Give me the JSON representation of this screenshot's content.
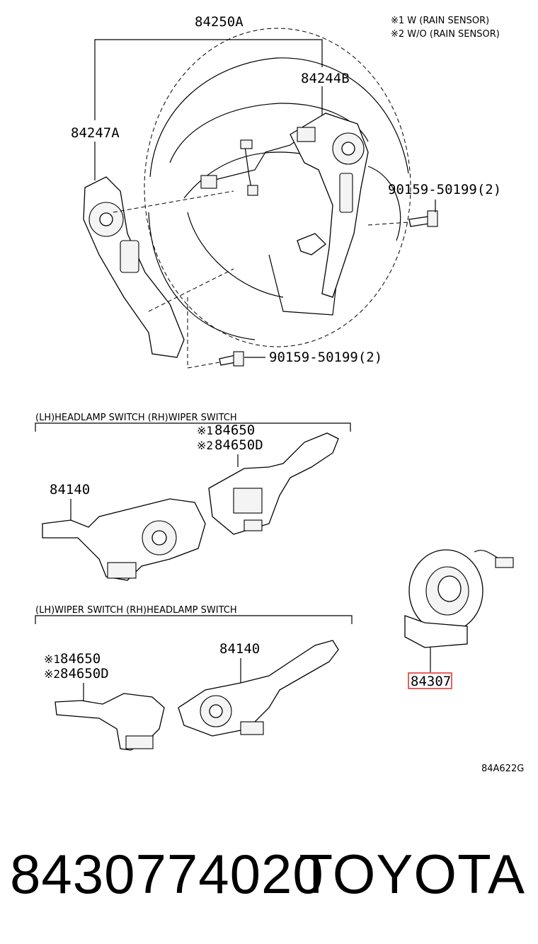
{
  "notes": {
    "note1": "※1 W (RAIN SENSOR)",
    "note2": "※2 W/O (RAIN SENSOR)"
  },
  "labels": {
    "steering_wheel": "84250A",
    "switch_right": "84244B",
    "switch_left": "84247A",
    "screw_top": "90159-50199(2)",
    "screw_bottom": "90159-50199(2)",
    "section1_title": "(LH)HEADLAMP SWITCH  (RH)WIPER SWITCH",
    "s1_wiper_a_mark": "※1",
    "s1_wiper_a": "84650",
    "s1_wiper_b_mark": "※2",
    "s1_wiper_b": "84650D",
    "s1_headlamp": "84140",
    "section2_title": "(LH)WIPER SWITCH  (RH)HEADLAMP SWITCH",
    "s2_wiper_a_mark": "※1",
    "s2_wiper_a": "84650",
    "s2_wiper_b_mark": "※2",
    "s2_wiper_b": "84650D",
    "s2_headlamp": "84140",
    "spiral_cable": "84307",
    "diagram_code": "84A622G"
  },
  "colors": {
    "highlight": "#e53935"
  },
  "footer": {
    "part_number": "8430774020",
    "brand": "TOYOTA"
  }
}
